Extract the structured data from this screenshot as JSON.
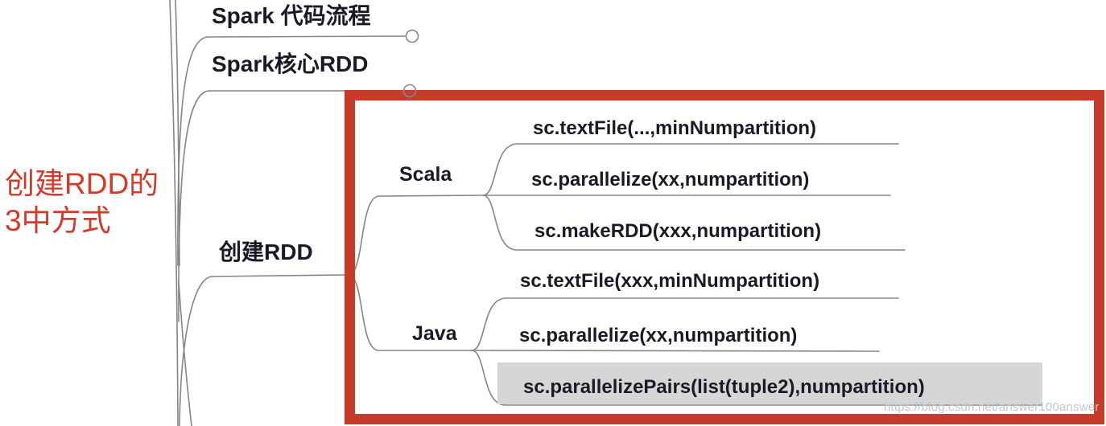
{
  "annotation": {
    "line1": "创建RDD的",
    "line2": "3中方式"
  },
  "mindmap": {
    "root_branches": [
      {
        "label": "Spark 代码流程",
        "collapsed": true
      },
      {
        "label": "Spark核心RDD",
        "collapsed": true
      },
      {
        "label": "创建RDD",
        "children": [
          {
            "label": "Scala",
            "items": [
              {
                "label": "sc.textFile(...,minNumpartition)"
              },
              {
                "label": "sc.parallelize(xx,numpartition)"
              },
              {
                "label": "sc.makeRDD(xxx,numpartition)"
              }
            ]
          },
          {
            "label": "Java",
            "items": [
              {
                "label": "sc.textFile(xxx,minNumpartition)"
              },
              {
                "label": "sc.parallelize(xx,numpartition)"
              },
              {
                "label": "sc.parallelizePairs(list(tuple2),numpartition)",
                "highlighted": true
              }
            ]
          }
        ]
      }
    ]
  },
  "watermark": {
    "text": "https://blog.csdn.net/answer100answer"
  },
  "colors": {
    "red_box_border": "#c73b2b",
    "annotation_text": "#d23a29",
    "leaf_highlight_bg": "#d6d6d6",
    "connector_line": "#858585",
    "node_text": "#1a1a26"
  }
}
